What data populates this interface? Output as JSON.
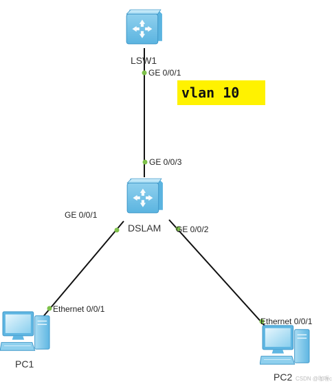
{
  "colors": {
    "link": "#111111",
    "port_dot": "#7ec14a",
    "switch_body": "#8fd0ee",
    "switch_edge": "#4aa3d4",
    "pc_body": "#7dc6ec",
    "vlan_highlight": "#fff200"
  },
  "devices": {
    "lsw1": {
      "label": "LSW1",
      "icon": "switch-icon"
    },
    "dslam": {
      "label": "DSLAM",
      "icon": "switch-icon"
    },
    "pc1": {
      "label": "PC1",
      "icon": "pc-icon"
    },
    "pc2": {
      "label": "PC2",
      "icon": "pc-icon"
    }
  },
  "ports": {
    "lsw1_down": "GE 0/0/1",
    "dslam_up": "GE 0/0/3",
    "dslam_left": "GE 0/0/1",
    "dslam_right": "GE 0/0/2",
    "pc1_eth": "Ethernet 0/0/1",
    "pc2_eth": "Ethernet 0/0/1"
  },
  "vlan_label": "vlan 10",
  "watermark": "CSDN @咖喱c"
}
